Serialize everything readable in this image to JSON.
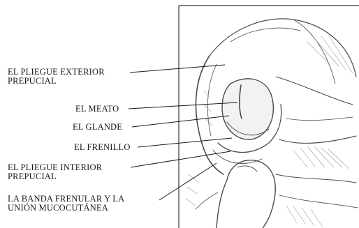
{
  "labels": {
    "pliegue_exterior_1": "EL PLIEGUE EXTERIOR",
    "pliegue_exterior_2": "PREPUCIAL",
    "meato": "EL MEATO",
    "glande": "EL GLANDE",
    "frenillo": "EL FRENILLO",
    "pliegue_interior_1": "EL PLIEGUE INTERIOR",
    "pliegue_interior_2": "PREPUCIAL",
    "banda_1": "LA BANDA FRENULAR Y LA",
    "banda_2": "UNIÓN MUCOCUTÁNEA"
  },
  "colors": {
    "ink": "#1a1a1a",
    "sketch": "#4a4a4a",
    "shade": "#bdbdbd"
  }
}
